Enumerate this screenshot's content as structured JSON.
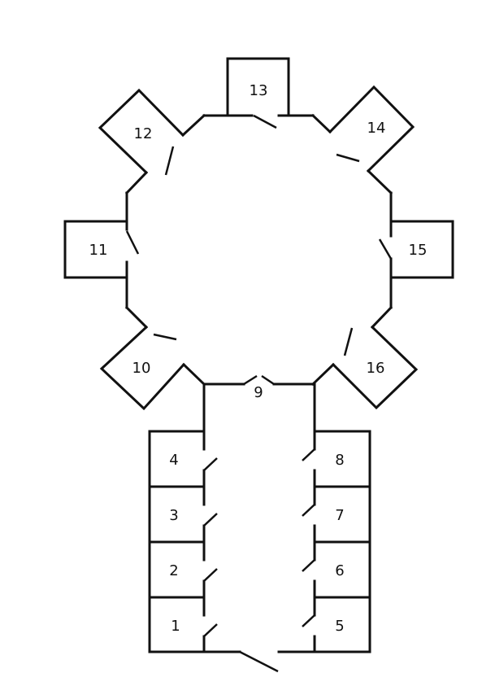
{
  "floor_plan": {
    "rooms": [
      {
        "id": "1",
        "label": "1"
      },
      {
        "id": "2",
        "label": "2"
      },
      {
        "id": "3",
        "label": "3"
      },
      {
        "id": "4",
        "label": "4"
      },
      {
        "id": "5",
        "label": "5"
      },
      {
        "id": "6",
        "label": "6"
      },
      {
        "id": "7",
        "label": "7"
      },
      {
        "id": "8",
        "label": "8"
      },
      {
        "id": "9",
        "label": "9"
      },
      {
        "id": "10",
        "label": "10"
      },
      {
        "id": "11",
        "label": "11"
      },
      {
        "id": "12",
        "label": "12"
      },
      {
        "id": "13",
        "label": "13"
      },
      {
        "id": "14",
        "label": "14"
      },
      {
        "id": "15",
        "label": "15"
      },
      {
        "id": "16",
        "label": "16"
      }
    ],
    "colors": {
      "line": "#111111",
      "background": "#ffffff"
    }
  }
}
